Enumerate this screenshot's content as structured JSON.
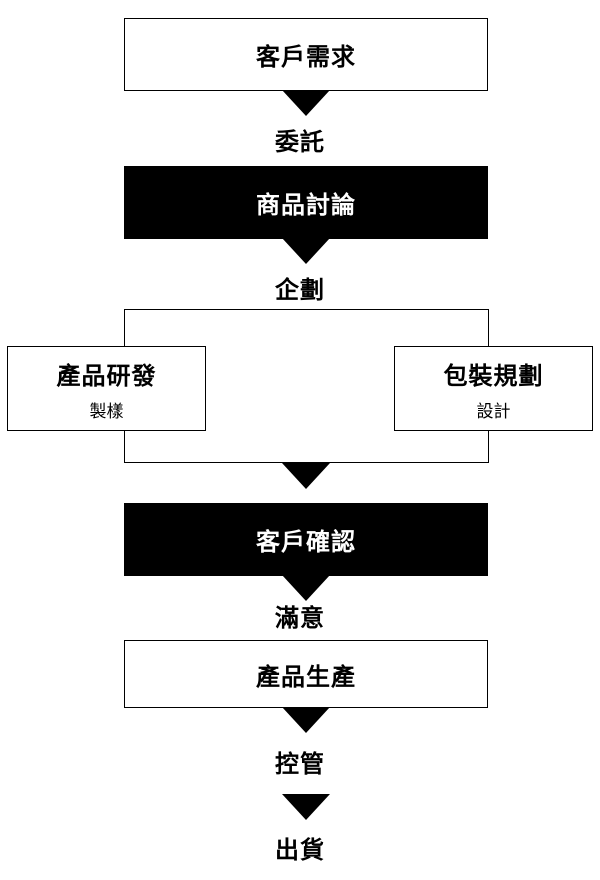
{
  "steps": {
    "customer_needs": "客戶需求",
    "commission": "委託",
    "product_discussion": "商品討論",
    "planning": "企劃",
    "product_development": {
      "title": "產品研發",
      "sub": "製樣"
    },
    "packaging_planning": {
      "title": "包裝規劃",
      "sub": "設計"
    },
    "customer_confirmation": "客戶確認",
    "satisfied": "滿意",
    "production": "產品生產",
    "control": "控管",
    "shipping": "出貨"
  },
  "colors": {
    "dark_fill": "#000000",
    "light_fill": "#ffffff",
    "stroke": "#000000"
  }
}
